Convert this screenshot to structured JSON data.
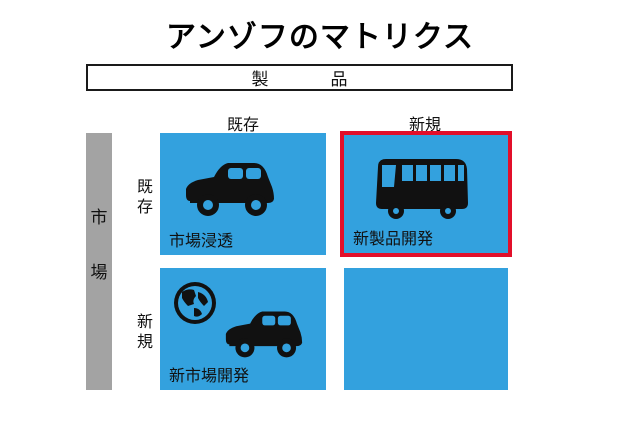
{
  "title": "アンゾフのマトリクス",
  "axes": {
    "product_label": "製品",
    "market_label": "市場",
    "product_columns": [
      "既存",
      "新規"
    ],
    "market_rows": [
      "既存",
      "新規"
    ]
  },
  "quadrants": {
    "market_penetration": "市場浸透",
    "new_product_development": "新製品開発",
    "new_market_development": "新市場開発",
    "diversification": ""
  },
  "icons": {
    "market_penetration": "car-icon",
    "new_product_development": "bus-icon",
    "new_market_development": [
      "globe-icon",
      "car-icon"
    ]
  },
  "colors": {
    "quadrant_fill": "#33a1de",
    "highlight_border": "#e20f2a",
    "market_bar": "#a3a3a3",
    "icon": "#111111"
  },
  "highlighted_quadrant": "新製品開発"
}
